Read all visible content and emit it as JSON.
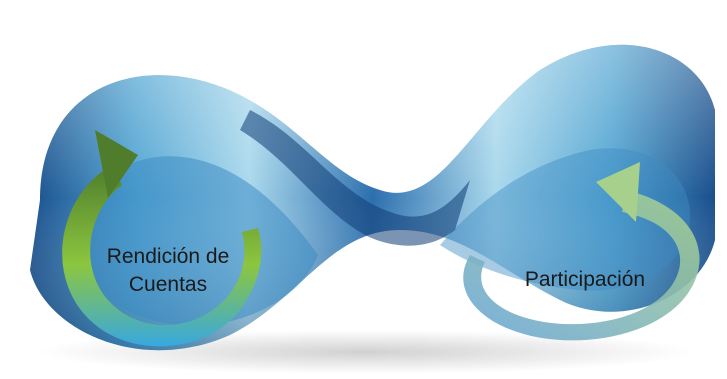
{
  "diagram": {
    "labels": {
      "rendicion_line1": "Rendición de",
      "rendicion_line2": "Cuentas",
      "participacion": "Participación"
    },
    "colors": {
      "ribbon_light": "#a9d8ec",
      "ribbon_mid": "#4fa3d1",
      "ribbon_dark": "#1a4f8c",
      "arrow_green_dark": "#4f7d2c",
      "arrow_green_light": "#a8d08d",
      "arrow_blue": "#6aa6d8"
    },
    "icons": [
      "infinity-ribbon",
      "cycle-arrow-left",
      "cycle-arrow-right"
    ]
  }
}
